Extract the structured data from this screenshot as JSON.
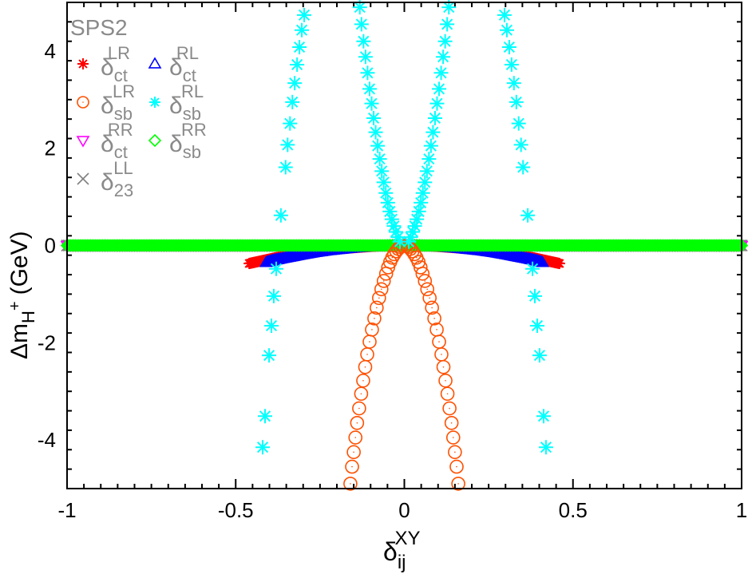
{
  "chart_data": {
    "type": "scatter",
    "title": "",
    "annotation": "SPS2",
    "xlabel": "δ_ij^XY",
    "ylabel": "Δm_H+ (GeV)",
    "xlim": [
      -1,
      1
    ],
    "ylim": [
      -5,
      5
    ],
    "xticks": [
      -1,
      -0.5,
      0,
      0.5,
      1
    ],
    "xtick_labels": [
      "-1",
      "-0.5",
      "0",
      "0.5",
      "1"
    ],
    "yticks": [
      -4,
      -2,
      0,
      2,
      4
    ],
    "ytick_labels": [
      "-4",
      "-2",
      "0",
      "2",
      "4"
    ],
    "grid": false,
    "legend_position": "upper-left (inside)",
    "series": [
      {
        "name": "δ_ct^LR",
        "label_main": "δ",
        "label_sub": "ct",
        "label_sup": "LR",
        "marker": "star",
        "color": "#ff0000",
        "description": "near zero, dips to about -0.37 GeV at |δ|≈0.46",
        "x": [
          -0.46,
          -0.44,
          -0.42,
          -0.4,
          -0.38,
          -0.35,
          -0.32,
          -0.28,
          -0.24,
          -0.2,
          -0.16,
          -0.12,
          -0.08,
          -0.04,
          0,
          0.04,
          0.08,
          0.12,
          0.16,
          0.2,
          0.24,
          0.28,
          0.32,
          0.35,
          0.38,
          0.4,
          0.42,
          0.44,
          0.46
        ],
        "y": [
          -0.37,
          -0.34,
          -0.31,
          -0.28,
          -0.25,
          -0.21,
          -0.17,
          -0.13,
          -0.1,
          -0.07,
          -0.05,
          -0.03,
          -0.01,
          0,
          0,
          0,
          -0.01,
          -0.03,
          -0.05,
          -0.07,
          -0.1,
          -0.13,
          -0.17,
          -0.21,
          -0.25,
          -0.28,
          -0.31,
          -0.34,
          -0.37
        ]
      },
      {
        "name": "δ_ct^RL",
        "label_main": "δ",
        "label_sub": "ct",
        "label_sup": "RL",
        "marker": "triangle-up",
        "color": "#0000ff",
        "description": "near zero, dips to about -0.35 GeV at |δ|≈0.41",
        "x": [
          -0.41,
          -0.39,
          -0.37,
          -0.34,
          -0.31,
          -0.27,
          -0.23,
          -0.19,
          -0.15,
          -0.11,
          -0.07,
          -0.03,
          0,
          0.03,
          0.07,
          0.11,
          0.15,
          0.19,
          0.23,
          0.27,
          0.31,
          0.34,
          0.37,
          0.39,
          0.41
        ],
        "y": [
          -0.35,
          -0.31,
          -0.28,
          -0.24,
          -0.2,
          -0.15,
          -0.11,
          -0.08,
          -0.05,
          -0.03,
          -0.01,
          0,
          0,
          0,
          -0.01,
          -0.03,
          -0.05,
          -0.08,
          -0.11,
          -0.15,
          -0.2,
          -0.24,
          -0.28,
          -0.31,
          -0.35
        ]
      },
      {
        "name": "δ_sb^LR",
        "label_main": "δ",
        "label_sub": "sb",
        "label_sup": "LR",
        "marker": "circle",
        "color": "#ff5000",
        "x": [
          -0.16,
          -0.155,
          -0.15,
          -0.145,
          -0.14,
          -0.134,
          -0.128,
          -0.122,
          -0.116,
          -0.11,
          -0.103,
          -0.096,
          -0.089,
          -0.082,
          -0.075,
          -0.068,
          -0.061,
          -0.054,
          -0.048,
          -0.042,
          -0.036,
          -0.03,
          -0.024,
          -0.018,
          -0.012,
          -0.006,
          0.006,
          0.012,
          0.018,
          0.024,
          0.03,
          0.036,
          0.042,
          0.048,
          0.054,
          0.061,
          0.068,
          0.075,
          0.082,
          0.089,
          0.096,
          0.103,
          0.11,
          0.116,
          0.122,
          0.128,
          0.134,
          0.14,
          0.145,
          0.15,
          0.155,
          0.16
        ],
        "y": [
          -4.9,
          -4.55,
          -4.25,
          -3.95,
          -3.65,
          -3.35,
          -3.05,
          -2.78,
          -2.5,
          -2.24,
          -1.98,
          -1.73,
          -1.5,
          -1.28,
          -1.08,
          -0.9,
          -0.73,
          -0.58,
          -0.45,
          -0.34,
          -0.25,
          -0.18,
          -0.12,
          -0.07,
          -0.03,
          -0.01,
          -0.01,
          -0.03,
          -0.07,
          -0.12,
          -0.18,
          -0.25,
          -0.34,
          -0.45,
          -0.58,
          -0.73,
          -0.9,
          -1.08,
          -1.28,
          -1.5,
          -1.73,
          -1.98,
          -2.24,
          -2.5,
          -2.78,
          -3.05,
          -3.35,
          -3.65,
          -3.95,
          -4.25,
          -4.55,
          -4.9
        ]
      },
      {
        "name": "δ_sb^RL",
        "label_main": "δ",
        "label_sub": "sb",
        "label_sup": "RL",
        "marker": "star",
        "color": "#00ffff",
        "x": [
          -0.132,
          -0.127,
          -0.121,
          -0.115,
          -0.109,
          -0.103,
          -0.097,
          -0.091,
          -0.085,
          -0.079,
          -0.073,
          -0.067,
          -0.061,
          -0.055,
          -0.049,
          -0.043,
          -0.037,
          -0.031,
          -0.025,
          -0.019,
          -0.013,
          0.013,
          0.019,
          0.025,
          0.031,
          0.037,
          0.043,
          0.049,
          0.055,
          0.061,
          0.067,
          0.073,
          0.079,
          0.085,
          0.091,
          0.097,
          0.103,
          0.109,
          0.115,
          0.121,
          0.127,
          0.132,
          -0.297,
          -0.304,
          -0.311,
          -0.318,
          -0.325,
          -0.332,
          -0.339,
          -0.346,
          -0.352,
          -0.366,
          -0.38,
          -0.387,
          -0.394,
          -0.401,
          -0.413,
          -0.42,
          0.297,
          0.304,
          0.311,
          0.318,
          0.325,
          0.332,
          0.339,
          0.346,
          0.352,
          0.366,
          0.38,
          0.387,
          0.394,
          0.401,
          0.413,
          0.42
        ],
        "y": [
          4.9,
          4.55,
          4.2,
          3.88,
          3.55,
          3.22,
          2.92,
          2.62,
          2.33,
          2.05,
          1.78,
          1.53,
          1.3,
          1.08,
          0.88,
          0.7,
          0.54,
          0.4,
          0.28,
          0.17,
          0.08,
          0.08,
          0.17,
          0.28,
          0.4,
          0.54,
          0.7,
          0.88,
          1.08,
          1.3,
          1.53,
          1.78,
          2.05,
          2.33,
          2.62,
          2.92,
          3.22,
          3.55,
          3.88,
          4.2,
          4.55,
          4.9,
          4.74,
          4.43,
          4.08,
          3.72,
          3.34,
          2.95,
          2.51,
          2.07,
          1.61,
          0.62,
          -0.48,
          -1.04,
          -1.65,
          -2.26,
          -3.51,
          -4.15,
          4.74,
          4.43,
          4.08,
          3.72,
          3.34,
          2.95,
          2.51,
          2.07,
          1.61,
          0.62,
          -0.48,
          -1.04,
          -1.65,
          -2.26,
          -3.51,
          -4.15
        ]
      },
      {
        "name": "δ_ct^RR",
        "label_main": "δ",
        "label_sub": "ct",
        "label_sup": "RR",
        "marker": "triangle-down",
        "color": "#ff00ff",
        "description": "flat at ~0 across full range [-1,1]",
        "x_range": [
          -1,
          1
        ],
        "y_const": 0
      },
      {
        "name": "δ_sb^RR",
        "label_main": "δ",
        "label_sub": "sb",
        "label_sup": "RR",
        "marker": "diamond",
        "color": "#00ff00",
        "description": "flat at ~0 across full range [-1,1]",
        "x_range": [
          -1,
          1
        ],
        "y_const": 0
      },
      {
        "name": "δ_23^LL",
        "label_main": "δ",
        "label_sub": "23",
        "label_sup": "LL",
        "marker": "cross",
        "color": "#808080",
        "description": "flat at ~0 across full range [-1,1]",
        "x_range": [
          -1,
          1
        ],
        "y_const": 0
      }
    ]
  },
  "legend": {
    "title": "SPS2",
    "columns": [
      [
        {
          "symbol": "star",
          "color": "#ff0000",
          "main": "δ",
          "sub": "ct",
          "sup": "LR"
        },
        {
          "symbol": "circle",
          "color": "#ff5000",
          "main": "δ",
          "sub": "sb",
          "sup": "LR"
        },
        {
          "symbol": "triangle-down",
          "color": "#ff00ff",
          "main": "δ",
          "sub": "ct",
          "sup": "RR"
        },
        {
          "symbol": "cross",
          "color": "#808080",
          "main": "δ",
          "sub": "23",
          "sup": "LL"
        }
      ],
      [
        {
          "symbol": "triangle-up",
          "color": "#0000ff",
          "main": "δ",
          "sub": "ct",
          "sup": "RL"
        },
        {
          "symbol": "star",
          "color": "#00ffff",
          "main": "δ",
          "sub": "sb",
          "sup": "RL"
        },
        {
          "symbol": "diamond",
          "color": "#00ff00",
          "main": "δ",
          "sub": "sb",
          "sup": "RR"
        }
      ]
    ]
  },
  "axes": {
    "x_title_main": "δ",
    "x_title_sub": "ij",
    "x_title_sup": "XY",
    "y_title_main": "Δm",
    "y_title_sub": "H",
    "y_title_subsup": "+",
    "y_title_unit": "(GeV)"
  }
}
